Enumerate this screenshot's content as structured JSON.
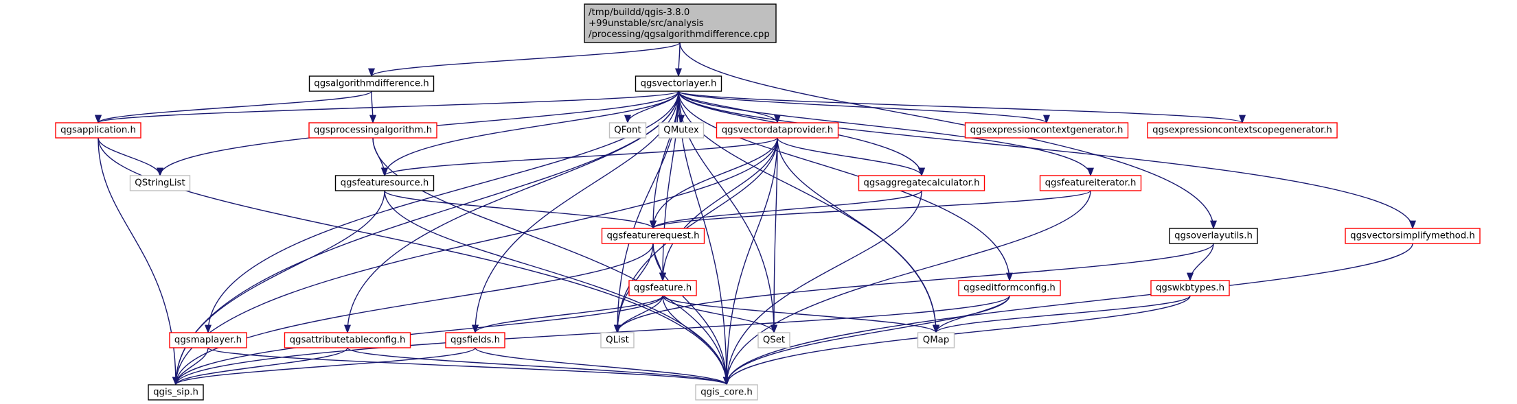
{
  "colors": {
    "root_fill": "#bfbfbf",
    "black_border": "#000000",
    "red_border": "#ff0000",
    "gray_border": "#bfbfbf",
    "gray_text": "#808080",
    "edge": "#191970"
  },
  "graph": {
    "root": {
      "line1": "/tmp/buildd/qgis-3.8.0",
      "line2": "+99unstable/src/analysis",
      "line3": "/processing/qgsalgorithmdifference.cpp"
    },
    "nodes": [
      {
        "id": "qgsalgorithmdifference_h",
        "label": "qgsalgorithmdifference.h",
        "style": "black"
      },
      {
        "id": "qgsvectorlayer_h",
        "label": "qgsvectorlayer.h",
        "style": "black"
      },
      {
        "id": "qgsapplication_h",
        "label": "qgsapplication.h",
        "style": "red"
      },
      {
        "id": "qgsprocessingalgorithm_h",
        "label": "qgsprocessingalgorithm.h",
        "style": "red"
      },
      {
        "id": "QFont",
        "label": "QFont",
        "style": "gray"
      },
      {
        "id": "QMutex",
        "label": "QMutex",
        "style": "gray"
      },
      {
        "id": "qgsvectordataprovider_h",
        "label": "qgsvectordataprovider.h",
        "style": "red"
      },
      {
        "id": "qgsexpressioncontextgenerator_h",
        "label": "qgsexpressioncontextgenerator.h",
        "style": "red"
      },
      {
        "id": "qgsexpressioncontextscopegenerator_h",
        "label": "qgsexpressioncontextscopegenerator.h",
        "style": "red"
      },
      {
        "id": "QStringList",
        "label": "QStringList",
        "style": "gray"
      },
      {
        "id": "qgsfeaturesource_h",
        "label": "qgsfeaturesource.h",
        "style": "black"
      },
      {
        "id": "qgsaggregatecalculator_h",
        "label": "qgsaggregatecalculator.h",
        "style": "red"
      },
      {
        "id": "qgsfeatureiterator_h",
        "label": "qgsfeatureiterator.h",
        "style": "red"
      },
      {
        "id": "qgsfeaturerequest_h",
        "label": "qgsfeaturerequest.h",
        "style": "red"
      },
      {
        "id": "qgsoverlayutils_h",
        "label": "qgsoverlayutils.h",
        "style": "black"
      },
      {
        "id": "qgsvectorsimplifymethod_h",
        "label": "qgsvectorsimplifymethod.h",
        "style": "red"
      },
      {
        "id": "qgsfeature_h",
        "label": "qgsfeature.h",
        "style": "red"
      },
      {
        "id": "qgseditformconfig_h",
        "label": "qgseditformconfig.h",
        "style": "red"
      },
      {
        "id": "qgswkbtypes_h",
        "label": "qgswkbtypes.h",
        "style": "red"
      },
      {
        "id": "qgsmaplayer_h",
        "label": "qgsmaplayer.h",
        "style": "red"
      },
      {
        "id": "qgsattributetableconfig_h",
        "label": "qgsattributetableconfig.h",
        "style": "red"
      },
      {
        "id": "qgsfields_h",
        "label": "qgsfields.h",
        "style": "red"
      },
      {
        "id": "QList",
        "label": "QList",
        "style": "gray"
      },
      {
        "id": "QSet",
        "label": "QSet",
        "style": "gray"
      },
      {
        "id": "QMap",
        "label": "QMap",
        "style": "gray"
      },
      {
        "id": "qgis_sip_h",
        "label": "qgis_sip.h",
        "style": "black"
      },
      {
        "id": "qgis_core_h",
        "label": "qgis_core.h",
        "style": "gray"
      }
    ],
    "edges": [
      [
        "root",
        "qgsalgorithmdifference_h"
      ],
      [
        "root",
        "qgsvectorlayer_h"
      ],
      [
        "root",
        "qgsoverlayutils_h"
      ],
      [
        "qgsalgorithmdifference_h",
        "qgsapplication_h"
      ],
      [
        "qgsalgorithmdifference_h",
        "qgsprocessingalgorithm_h"
      ],
      [
        "qgsvectorlayer_h",
        "qgsapplication_h"
      ],
      [
        "qgsvectorlayer_h",
        "qgis_sip_h"
      ],
      [
        "qgsvectorlayer_h",
        "QStringList"
      ],
      [
        "qgsvectorlayer_h",
        "qgsmaplayer_h"
      ],
      [
        "qgsvectorlayer_h",
        "qgsattributetableconfig_h"
      ],
      [
        "qgsvectorlayer_h",
        "qgsfields_h"
      ],
      [
        "qgsvectorlayer_h",
        "qgsfeaturesource_h"
      ],
      [
        "qgsvectorlayer_h",
        "QList"
      ],
      [
        "qgsvectorlayer_h",
        "qgsfeature_h"
      ],
      [
        "qgsvectorlayer_h",
        "qgsfeaturerequest_h"
      ],
      [
        "qgsvectorlayer_h",
        "QFont"
      ],
      [
        "qgsvectorlayer_h",
        "QMutex"
      ],
      [
        "qgsvectorlayer_h",
        "qgsvectordataprovider_h"
      ],
      [
        "qgsvectorlayer_h",
        "qgsaggregatecalculator_h"
      ],
      [
        "qgsvectorlayer_h",
        "QSet"
      ],
      [
        "qgsvectorlayer_h",
        "qgsexpressioncontextgenerator_h"
      ],
      [
        "qgsvectorlayer_h",
        "qgsexpressioncontextscopegenerator_h"
      ],
      [
        "qgsvectorlayer_h",
        "qgsfeatureiterator_h"
      ],
      [
        "qgsvectorlayer_h",
        "QMap"
      ],
      [
        "qgsvectorlayer_h",
        "qgseditformconfig_h"
      ],
      [
        "qgsvectorlayer_h",
        "qgsvectorsimplifymethod_h"
      ],
      [
        "qgsvectorlayer_h",
        "qgis_core_h"
      ],
      [
        "qgsapplication_h",
        "QStringList"
      ],
      [
        "qgsapplication_h",
        "qgis_sip_h"
      ],
      [
        "qgsapplication_h",
        "qgis_core_h"
      ],
      [
        "qgsprocessingalgorithm_h",
        "qgsfeaturesource_h"
      ],
      [
        "qgsprocessingalgorithm_h",
        "qgis_core_h"
      ],
      [
        "qgsvectordataprovider_h",
        "qgsfeaturesource_h"
      ],
      [
        "qgsvectordataprovider_h",
        "qgis_sip_h"
      ],
      [
        "qgsvectordataprovider_h",
        "qgsfeaturerequest_h"
      ],
      [
        "qgsvectordataprovider_h",
        "QList"
      ],
      [
        "qgsvectordataprovider_h",
        "qgsfeature_h"
      ],
      [
        "qgsvectordataprovider_h",
        "qgsaggregatecalculator_h"
      ],
      [
        "qgsvectordataprovider_h",
        "QSet"
      ],
      [
        "qgsvectordataprovider_h",
        "QMap"
      ],
      [
        "qgsvectordataprovider_h",
        "qgis_core_h"
      ],
      [
        "qgsfeaturesource_h",
        "qgsfeaturerequest_h"
      ],
      [
        "qgsfeaturesource_h",
        "qgis_sip_h"
      ],
      [
        "qgsfeaturesource_h",
        "qgis_core_h"
      ],
      [
        "qgsaggregatecalculator_h",
        "qgsfeaturerequest_h"
      ],
      [
        "qgsaggregatecalculator_h",
        "qgis_core_h"
      ],
      [
        "qgsfeatureiterator_h",
        "qgsfeaturerequest_h"
      ],
      [
        "qgsfeatureiterator_h",
        "qgis_core_h"
      ],
      [
        "qgsfeaturerequest_h",
        "qgsfeature_h"
      ],
      [
        "qgsfeaturerequest_h",
        "QList"
      ],
      [
        "qgsfeaturerequest_h",
        "qgis_sip_h"
      ],
      [
        "qgsfeaturerequest_h",
        "qgis_core_h"
      ],
      [
        "qgsoverlayutils_h",
        "qgswkbtypes_h"
      ],
      [
        "qgsoverlayutils_h",
        "QList"
      ],
      [
        "qgsvectorsimplifymethod_h",
        "qgis_core_h"
      ],
      [
        "qgsfeature_h",
        "qgsfields_h"
      ],
      [
        "qgsfeature_h",
        "QList"
      ],
      [
        "qgsfeature_h",
        "QSet"
      ],
      [
        "qgsfeature_h",
        "QMap"
      ],
      [
        "qgsfeature_h",
        "qgis_sip_h"
      ],
      [
        "qgsfeature_h",
        "qgis_core_h"
      ],
      [
        "qgseditformconfig_h",
        "QMap"
      ],
      [
        "qgseditformconfig_h",
        "qgis_sip_h"
      ],
      [
        "qgseditformconfig_h",
        "qgis_core_h"
      ],
      [
        "qgswkbtypes_h",
        "QMap"
      ],
      [
        "qgswkbtypes_h",
        "qgis_core_h"
      ],
      [
        "qgsmaplayer_h",
        "qgis_sip_h"
      ],
      [
        "qgsmaplayer_h",
        "qgis_core_h"
      ],
      [
        "qgsattributetableconfig_h",
        "qgis_sip_h"
      ],
      [
        "qgsattributetableconfig_h",
        "qgis_core_h"
      ],
      [
        "qgsfields_h",
        "qgis_sip_h"
      ],
      [
        "qgsfields_h",
        "qgis_core_h"
      ]
    ]
  }
}
